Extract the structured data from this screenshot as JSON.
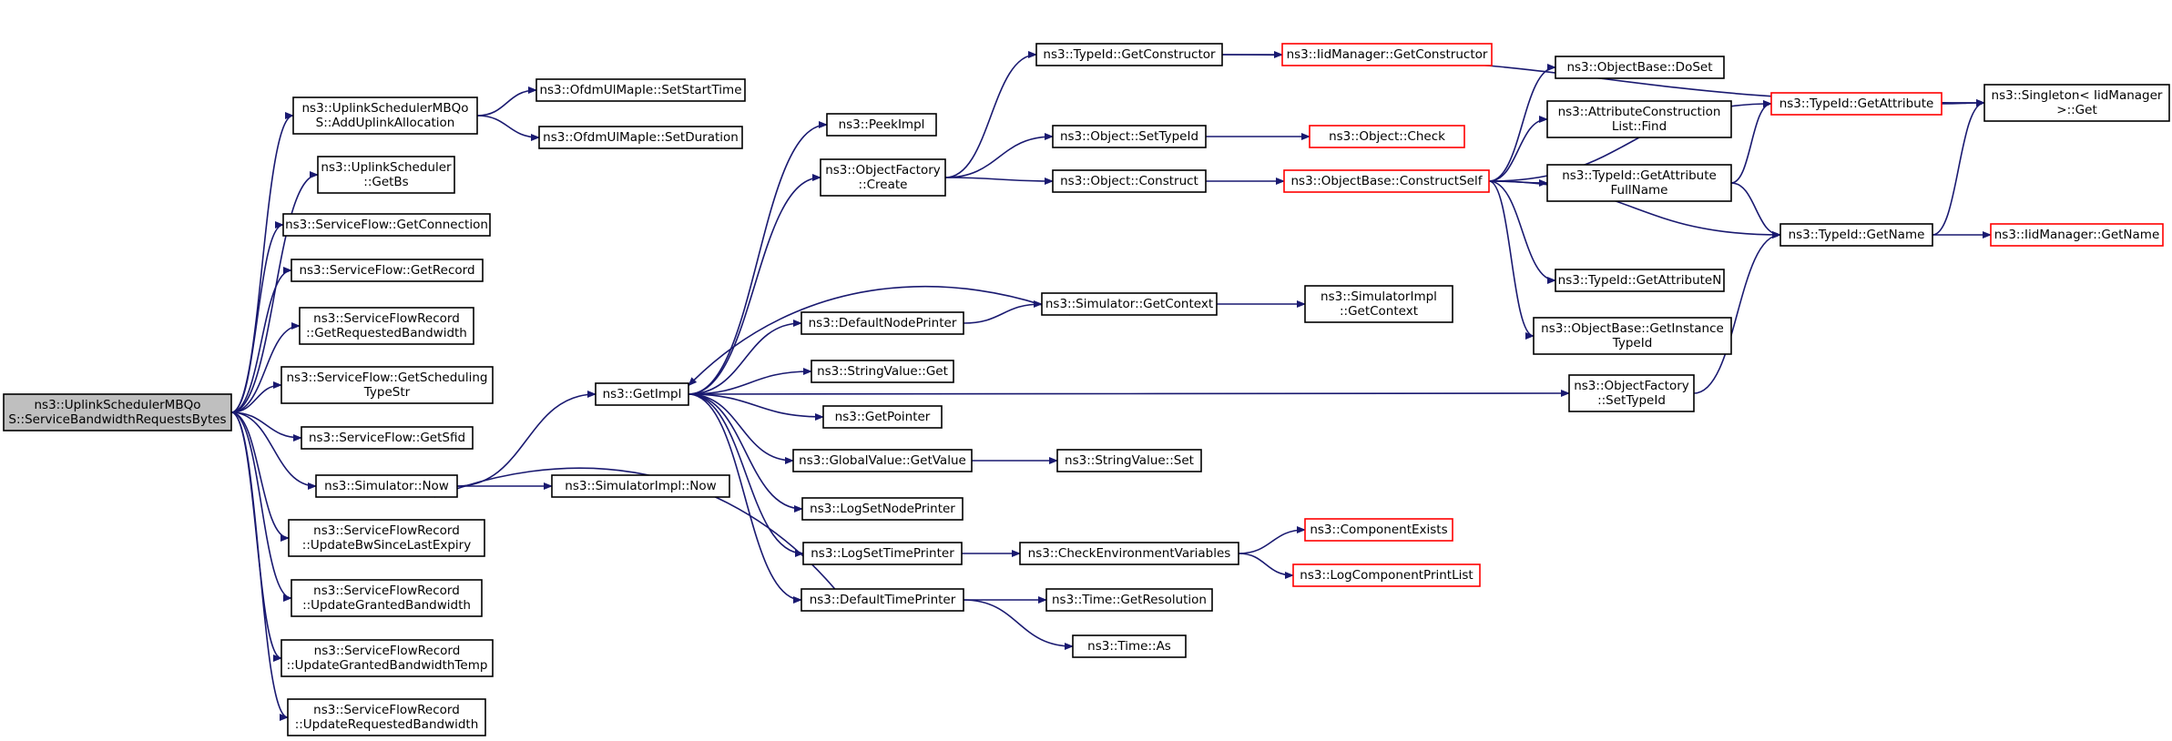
{
  "colors": {
    "edge": "#191970",
    "node_border": "#000000",
    "node_border_truncated": "#ff0000",
    "node_fill": "#ffffff",
    "root_fill": "#bfbfbf"
  },
  "nodes": {
    "root": {
      "lines": [
        "ns3::UplinkSchedulerMBQo",
        "S::ServiceBandwidthRequestsBytes"
      ],
      "style": "root"
    },
    "addUplink": {
      "lines": [
        "ns3::UplinkSchedulerMBQo",
        "S::AddUplinkAllocation"
      ],
      "style": "normal"
    },
    "getBs": {
      "lines": [
        "ns3::UplinkScheduler",
        "::GetBs"
      ],
      "style": "normal"
    },
    "sfGetConnection": {
      "lines": [
        "ns3::ServiceFlow::GetConnection"
      ],
      "style": "normal"
    },
    "sfGetRecord": {
      "lines": [
        "ns3::ServiceFlow::GetRecord"
      ],
      "style": "normal"
    },
    "sfrGetRequestedBw": {
      "lines": [
        "ns3::ServiceFlowRecord",
        "::GetRequestedBandwidth"
      ],
      "style": "normal"
    },
    "sfGetSchedTypeStr": {
      "lines": [
        "ns3::ServiceFlow::GetScheduling",
        "TypeStr"
      ],
      "style": "normal"
    },
    "sfGetSfid": {
      "lines": [
        "ns3::ServiceFlow::GetSfid"
      ],
      "style": "normal"
    },
    "simNow": {
      "lines": [
        "ns3::Simulator::Now"
      ],
      "style": "normal"
    },
    "sfrUpdateBwSince": {
      "lines": [
        "ns3::ServiceFlowRecord",
        "::UpdateBwSinceLastExpiry"
      ],
      "style": "normal"
    },
    "sfrUpdateGranted": {
      "lines": [
        "ns3::ServiceFlowRecord",
        "::UpdateGrantedBandwidth"
      ],
      "style": "normal"
    },
    "sfrUpdateGrantedTemp": {
      "lines": [
        "ns3::ServiceFlowRecord",
        "::UpdateGrantedBandwidthTemp"
      ],
      "style": "normal"
    },
    "sfrUpdateRequested": {
      "lines": [
        "ns3::ServiceFlowRecord",
        "::UpdateRequestedBandwidth"
      ],
      "style": "normal"
    },
    "setStartTime": {
      "lines": [
        "ns3::OfdmUlMapIe::SetStartTime"
      ],
      "style": "normal"
    },
    "setDuration": {
      "lines": [
        "ns3::OfdmUlMapIe::SetDuration"
      ],
      "style": "normal"
    },
    "getImpl": {
      "lines": [
        "ns3::GetImpl"
      ],
      "style": "normal"
    },
    "simImplNow": {
      "lines": [
        "ns3::SimulatorImpl::Now"
      ],
      "style": "normal"
    },
    "peekImpl": {
      "lines": [
        "ns3::PeekImpl"
      ],
      "style": "normal"
    },
    "ofCreate": {
      "lines": [
        "ns3::ObjectFactory",
        "::Create"
      ],
      "style": "normal"
    },
    "defaultNodePrinter": {
      "lines": [
        "ns3::DefaultNodePrinter"
      ],
      "style": "normal"
    },
    "stringValueGet": {
      "lines": [
        "ns3::StringValue::Get"
      ],
      "style": "normal"
    },
    "getPointer": {
      "lines": [
        "ns3::GetPointer"
      ],
      "style": "normal"
    },
    "gvGetValue": {
      "lines": [
        "ns3::GlobalValue::GetValue"
      ],
      "style": "normal"
    },
    "logSetNodePrinter": {
      "lines": [
        "ns3::LogSetNodePrinter"
      ],
      "style": "normal"
    },
    "logSetTimePrinter": {
      "lines": [
        "ns3::LogSetTimePrinter"
      ],
      "style": "normal"
    },
    "defaultTimePrinter": {
      "lines": [
        "ns3::DefaultTimePrinter"
      ],
      "style": "normal"
    },
    "typeIdGetConstructor": {
      "lines": [
        "ns3::TypeId::GetConstructor"
      ],
      "style": "normal"
    },
    "objSetTypeId": {
      "lines": [
        "ns3::Object::SetTypeId"
      ],
      "style": "normal"
    },
    "objConstruct": {
      "lines": [
        "ns3::Object::Construct"
      ],
      "style": "normal"
    },
    "simGetContext": {
      "lines": [
        "ns3::Simulator::GetContext"
      ],
      "style": "normal"
    },
    "stringValueSet": {
      "lines": [
        "ns3::StringValue::Set"
      ],
      "style": "normal"
    },
    "checkEnvVars": {
      "lines": [
        "ns3::CheckEnvironmentVariables"
      ],
      "style": "normal"
    },
    "timeGetResolution": {
      "lines": [
        "ns3::Time::GetResolution"
      ],
      "style": "normal"
    },
    "timeAs": {
      "lines": [
        "ns3::Time::As"
      ],
      "style": "normal"
    },
    "iidGetConstructor": {
      "lines": [
        "ns3::IidManager::GetConstructor"
      ],
      "style": "truncated"
    },
    "objCheck": {
      "lines": [
        "ns3::Object::Check"
      ],
      "style": "truncated"
    },
    "obConstructSelf": {
      "lines": [
        "ns3::ObjectBase::ConstructSelf"
      ],
      "style": "truncated"
    },
    "simImplGetContext": {
      "lines": [
        "ns3::SimulatorImpl",
        "::GetContext"
      ],
      "style": "normal"
    },
    "componentExists": {
      "lines": [
        "ns3::ComponentExists"
      ],
      "style": "truncated"
    },
    "logComponentPrintList": {
      "lines": [
        "ns3::LogComponentPrintList"
      ],
      "style": "truncated"
    },
    "obDoSet": {
      "lines": [
        "ns3::ObjectBase::DoSet"
      ],
      "style": "normal"
    },
    "acListFind": {
      "lines": [
        "ns3::AttributeConstruction",
        "List::Find"
      ],
      "style": "normal"
    },
    "tidGetAttrFullName": {
      "lines": [
        "ns3::TypeId::GetAttribute",
        "FullName"
      ],
      "style": "normal"
    },
    "tidGetAttrN": {
      "lines": [
        "ns3::TypeId::GetAttributeN"
      ],
      "style": "normal"
    },
    "obGetInstanceTypeId": {
      "lines": [
        "ns3::ObjectBase::GetInstance",
        "TypeId"
      ],
      "style": "normal"
    },
    "ofSetTypeId": {
      "lines": [
        "ns3::ObjectFactory",
        "::SetTypeId"
      ],
      "style": "normal"
    },
    "tidGetAttribute": {
      "lines": [
        "ns3::TypeId::GetAttribute"
      ],
      "style": "truncated"
    },
    "tidGetName": {
      "lines": [
        "ns3::TypeId::GetName"
      ],
      "style": "normal"
    },
    "singletonGet": {
      "lines": [
        "ns3::Singleton< IidManager",
        " >::Get"
      ],
      "style": "normal"
    },
    "iidGetName": {
      "lines": [
        "ns3::IidManager::GetName"
      ],
      "style": "truncated"
    }
  },
  "edges": [
    [
      "root",
      "addUplink"
    ],
    [
      "root",
      "getBs"
    ],
    [
      "root",
      "sfGetConnection"
    ],
    [
      "root",
      "sfGetRecord"
    ],
    [
      "root",
      "sfrGetRequestedBw"
    ],
    [
      "root",
      "sfGetSchedTypeStr"
    ],
    [
      "root",
      "sfGetSfid"
    ],
    [
      "root",
      "simNow"
    ],
    [
      "root",
      "sfrUpdateBwSince"
    ],
    [
      "root",
      "sfrUpdateGranted"
    ],
    [
      "root",
      "sfrUpdateGrantedTemp"
    ],
    [
      "root",
      "sfrUpdateRequested"
    ],
    [
      "addUplink",
      "setStartTime"
    ],
    [
      "addUplink",
      "setDuration"
    ],
    [
      "simNow",
      "getImpl"
    ],
    [
      "simNow",
      "simImplNow"
    ],
    [
      "getImpl",
      "peekImpl"
    ],
    [
      "getImpl",
      "ofCreate"
    ],
    [
      "getImpl",
      "defaultNodePrinter"
    ],
    [
      "getImpl",
      "stringValueGet"
    ],
    [
      "getImpl",
      "getPointer"
    ],
    [
      "getImpl",
      "gvGetValue"
    ],
    [
      "getImpl",
      "logSetNodePrinter"
    ],
    [
      "getImpl",
      "logSetTimePrinter"
    ],
    [
      "getImpl",
      "defaultTimePrinter"
    ],
    [
      "getImpl",
      "ofSetTypeId"
    ],
    [
      "ofCreate",
      "typeIdGetConstructor"
    ],
    [
      "ofCreate",
      "objSetTypeId"
    ],
    [
      "ofCreate",
      "objConstruct"
    ],
    [
      "defaultNodePrinter",
      "simGetContext"
    ],
    [
      "simGetContext",
      "getImpl"
    ],
    [
      "simGetContext",
      "simImplGetContext"
    ],
    [
      "gvGetValue",
      "stringValueSet"
    ],
    [
      "logSetTimePrinter",
      "checkEnvVars"
    ],
    [
      "defaultTimePrinter",
      "simNow"
    ],
    [
      "defaultTimePrinter",
      "timeGetResolution"
    ],
    [
      "defaultTimePrinter",
      "timeAs"
    ],
    [
      "typeIdGetConstructor",
      "iidGetConstructor"
    ],
    [
      "typeIdGetConstructor",
      "singletonGet"
    ],
    [
      "objSetTypeId",
      "objCheck"
    ],
    [
      "objConstruct",
      "obConstructSelf"
    ],
    [
      "checkEnvVars",
      "componentExists"
    ],
    [
      "checkEnvVars",
      "logComponentPrintList"
    ],
    [
      "obConstructSelf",
      "obDoSet"
    ],
    [
      "obConstructSelf",
      "acListFind"
    ],
    [
      "obConstructSelf",
      "tidGetAttrFullName"
    ],
    [
      "obConstructSelf",
      "tidGetAttrN"
    ],
    [
      "obConstructSelf",
      "obGetInstanceTypeId"
    ],
    [
      "obConstructSelf",
      "tidGetName"
    ],
    [
      "obConstructSelf",
      "tidGetAttribute"
    ],
    [
      "tidGetAttrFullName",
      "tidGetAttribute"
    ],
    [
      "tidGetAttrFullName",
      "tidGetName"
    ],
    [
      "ofSetTypeId",
      "tidGetName"
    ],
    [
      "tidGetAttribute",
      "singletonGet"
    ],
    [
      "tidGetName",
      "singletonGet"
    ],
    [
      "tidGetName",
      "iidGetName"
    ]
  ]
}
